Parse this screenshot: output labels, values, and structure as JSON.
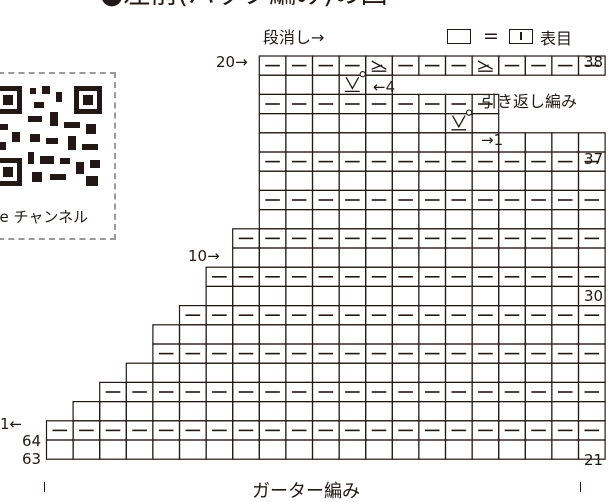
{
  "title": "●左前(バック編み)の図",
  "legend": {
    "equals": "=",
    "knit_label": "表目"
  },
  "qr": {
    "caption": "be チャンネル"
  },
  "annotations": {
    "bind_off": "段消し→",
    "short_rows": "引き返し編み",
    "turn_4": "←4",
    "turn_1": "→1",
    "garter": "ガーター編み"
  },
  "row_labels": {
    "r20": "20→",
    "r10": "10→",
    "r1": "1←",
    "s64": "64",
    "s63": "63",
    "n38": "38",
    "n37": "37",
    "n30": "30",
    "n21": "21"
  },
  "grid_rows": [
    {
      "start": 9,
      "end": 21,
      "row": "filled"
    },
    {
      "start": 9,
      "end": 13,
      "row": "plain"
    },
    {
      "start": 9,
      "end": 17,
      "row": "filled"
    },
    {
      "start": 9,
      "end": 17,
      "row": "plain"
    },
    {
      "start": 9,
      "end": 21,
      "row": "plain"
    },
    {
      "start": 9,
      "end": 21,
      "row": "filled"
    },
    {
      "start": 9,
      "end": 21,
      "row": "plain"
    },
    {
      "start": 9,
      "end": 21,
      "row": "filled"
    },
    {
      "start": 9,
      "end": 21,
      "row": "plain"
    },
    {
      "start": 8,
      "end": 21,
      "row": "filled"
    },
    {
      "start": 8,
      "end": 21,
      "row": "plain"
    },
    {
      "start": 7,
      "end": 21,
      "row": "filled"
    },
    {
      "start": 7,
      "end": 21,
      "row": "plain"
    },
    {
      "start": 6,
      "end": 21,
      "row": "filled"
    },
    {
      "start": 5,
      "end": 21,
      "row": "plain"
    },
    {
      "start": 5,
      "end": 21,
      "row": "filled"
    },
    {
      "start": 4,
      "end": 21,
      "row": "plain"
    },
    {
      "start": 3,
      "end": 21,
      "row": "filled"
    },
    {
      "start": 2,
      "end": 21,
      "row": "plain"
    },
    {
      "start": 1,
      "end": 21,
      "row": "filled"
    },
    {
      "start": 1,
      "end": 21,
      "row": "plain"
    }
  ],
  "special_cells": [
    {
      "row": 0,
      "col": 13,
      "symbol": "decrease"
    },
    {
      "row": 0,
      "col": 17,
      "symbol": "decrease"
    },
    {
      "row": 1,
      "col": 12,
      "symbol": "slip"
    },
    {
      "row": 3,
      "col": 16,
      "symbol": "slip"
    }
  ]
}
